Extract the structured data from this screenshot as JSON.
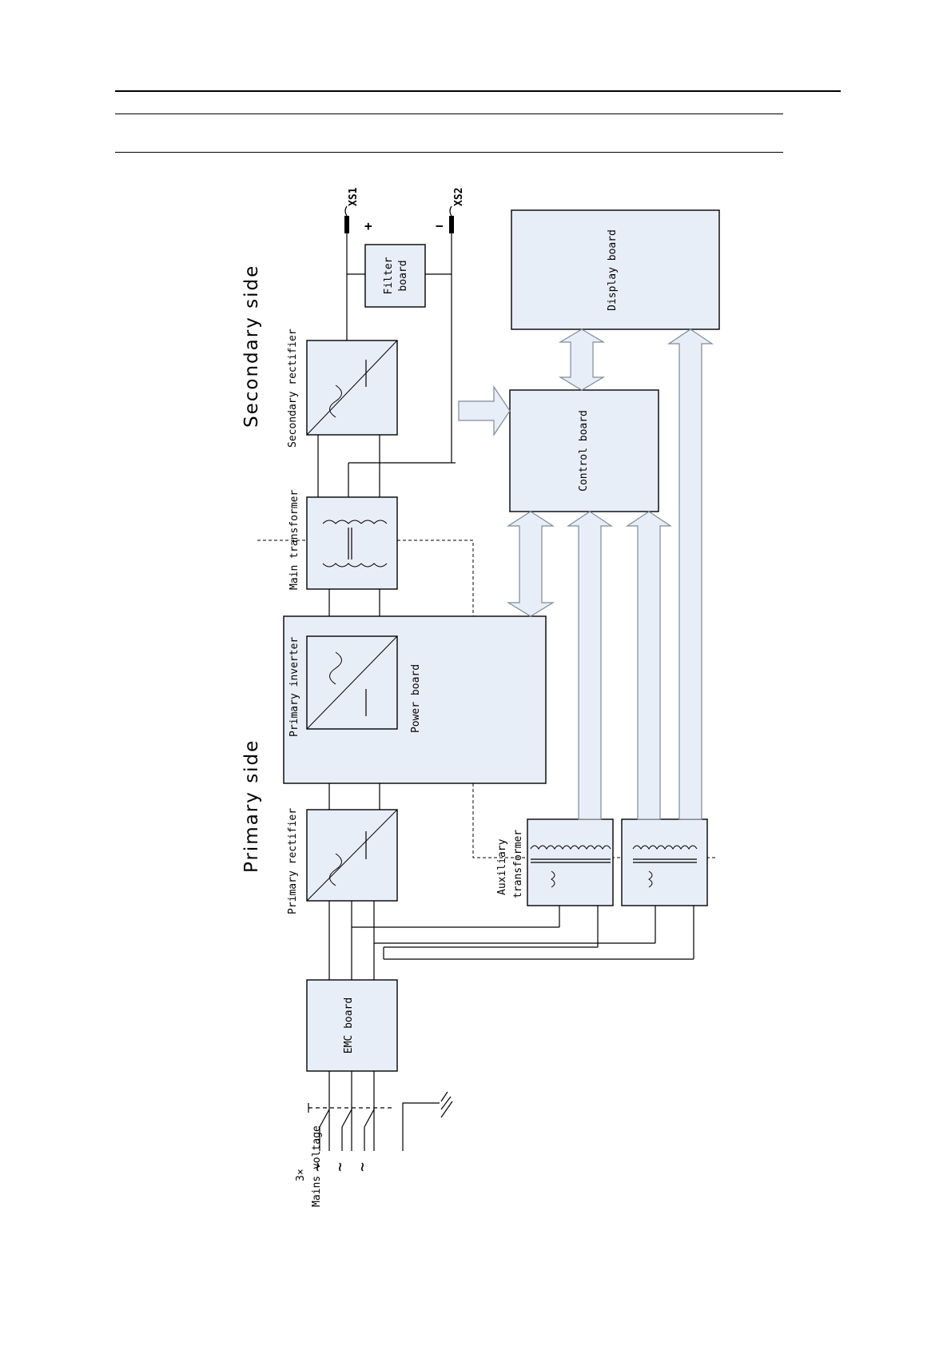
{
  "labels": {
    "secondary_side": "Secondary side",
    "primary_side": "Primary side",
    "secondary_rectifier": "Secondary rectifier",
    "main_transformer": "Main transformer",
    "primary_inverter": "Primary inverter",
    "power_board": "Power board",
    "primary_rectifier": "Primary rectifier",
    "emc_board": "EMC board",
    "filter_board_line1": "Filter",
    "filter_board_line2": "board",
    "display_board": "Display board",
    "control_board": "Control board",
    "auxiliary_transformer_line1": "Auxiliary",
    "auxiliary_transformer_line2": "transformer",
    "mains_line1": "3×",
    "mains_line2": "Mains voltage",
    "xs1": "XS1",
    "xs2": "XS2",
    "plus": "+",
    "minus": "−"
  }
}
